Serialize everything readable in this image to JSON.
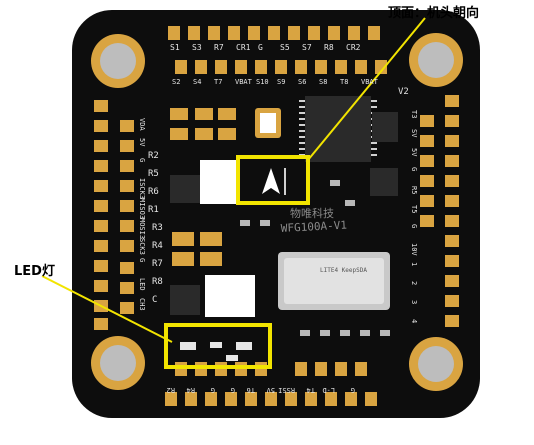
{
  "annotations": {
    "top_label": "顶面：机头朝向",
    "led_label": "LED灯"
  },
  "board": {
    "model_text": "WFG100A-V1",
    "vendor_text": "物唯科技",
    "sd_text": "LITE4 KeepSDA",
    "pad_labels_top": [
      "S1",
      "S3",
      "R7",
      "CR1",
      "G",
      "S5",
      "S7",
      "R8",
      "CR2"
    ],
    "pad_labels_top2": [
      "S2",
      "S4",
      "T7",
      "VBAT",
      "S10",
      "S9",
      "S6",
      "S8",
      "T8",
      "VBAT"
    ],
    "pad_labels_left": [
      "VDA",
      "5V",
      "G",
      "ISCK3",
      "MISO3",
      "MOSI3",
      "SCK3",
      "G",
      "LED",
      "CH3"
    ],
    "pad_labels_bottom": [
      "R2",
      "R4",
      "G",
      "G",
      "T6",
      "5V",
      "RSSI",
      "T4",
      "L-D",
      "G"
    ],
    "pad_labels_right": [
      "T3",
      "SV",
      "5V",
      "G",
      "R5",
      "T5",
      "G",
      "10V",
      "1",
      "2",
      "3",
      "4"
    ],
    "silk_mid": [
      "R2",
      "R5",
      "R6",
      "R1",
      "R3",
      "R4",
      "R7",
      "R8",
      "C"
    ],
    "v2_label": "V2"
  },
  "colors": {
    "pcb": "#0d0d0d",
    "gold": "#d9a441",
    "highlight": "#f2e400",
    "arrow": "#f2e400"
  }
}
